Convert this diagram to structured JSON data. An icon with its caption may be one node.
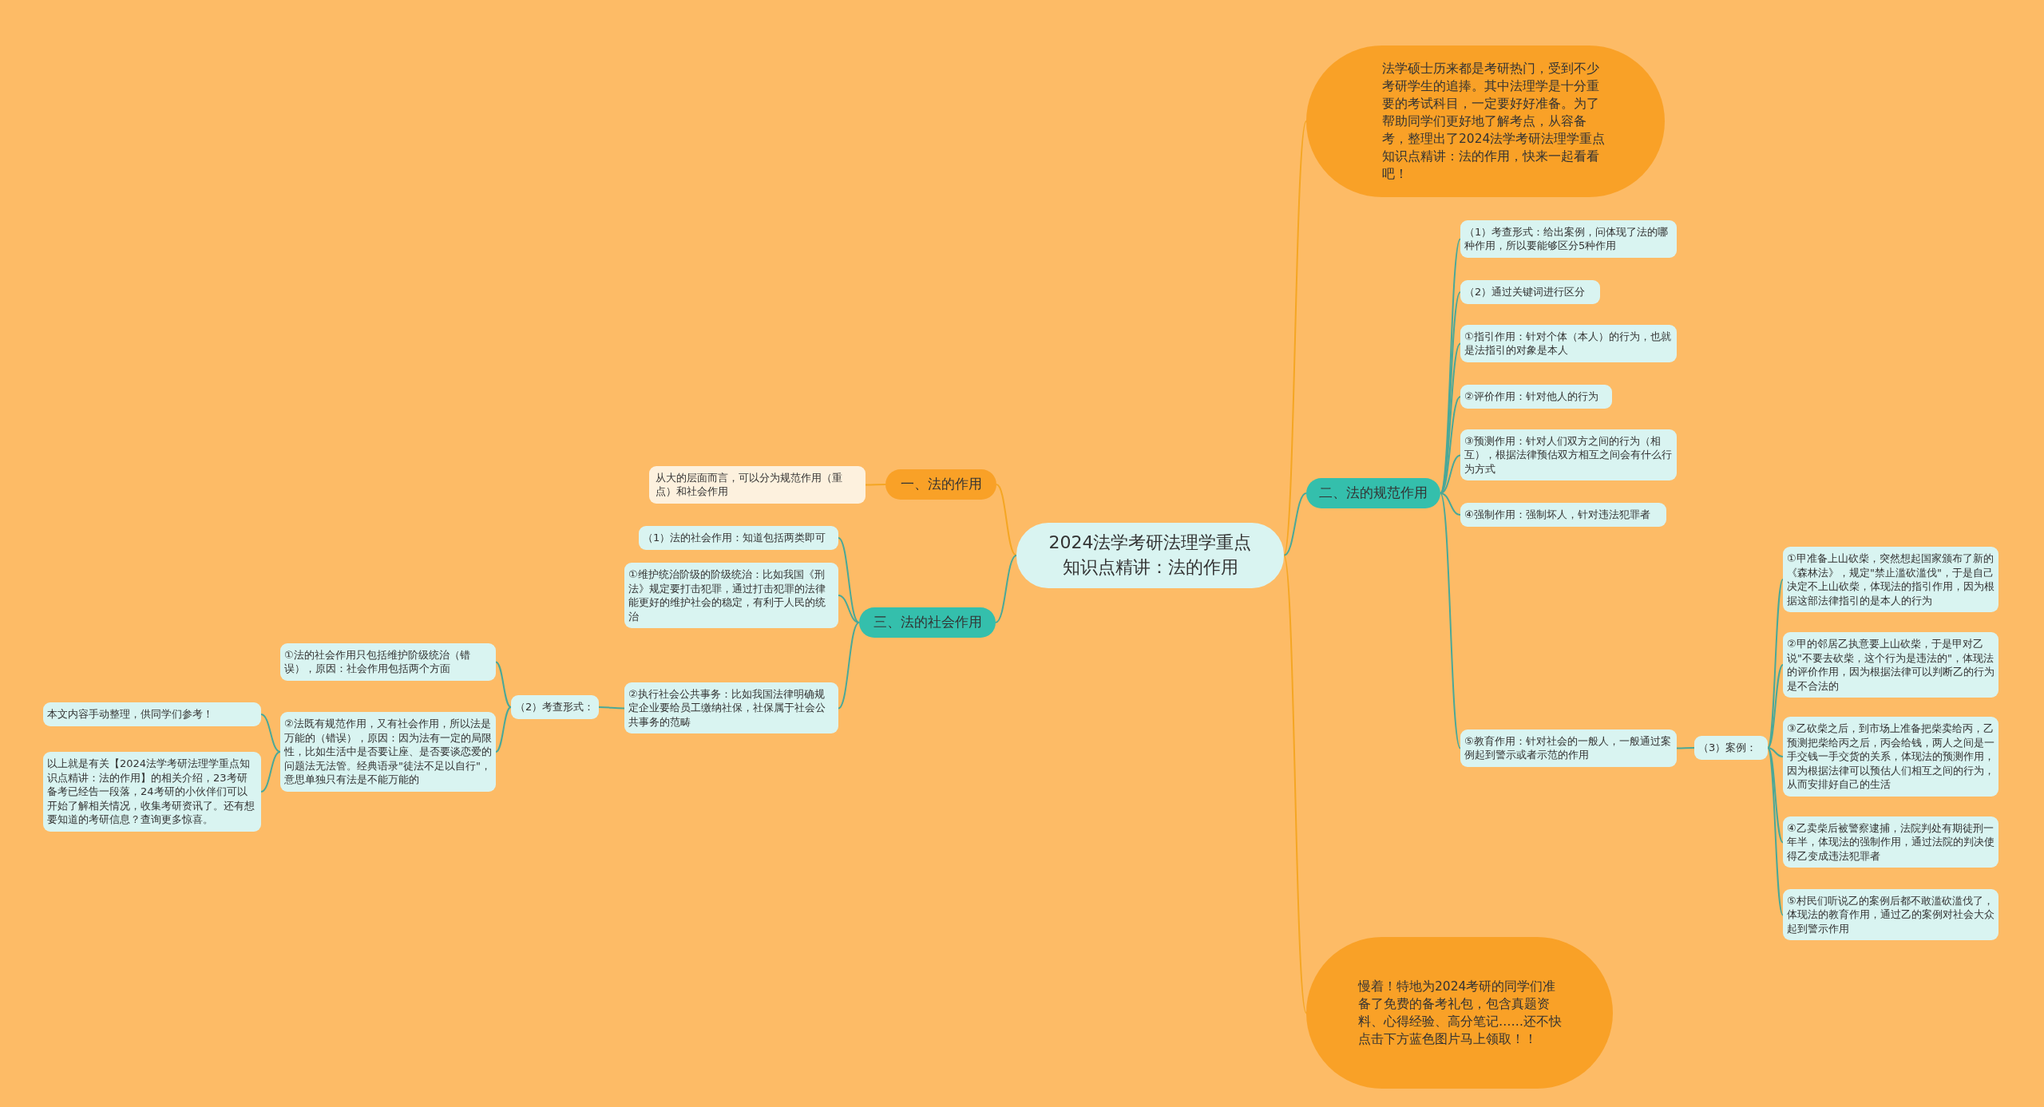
{
  "diagram": {
    "nodes": [
      {
        "text": [
          "2024法学考研法理学重点知识点精讲：法的作用"
        ]
      },
      {
        "text": [
          "法学硕士历来都是考研热门，受到不少考研学生的追捧。其中法理学是十分重要的考试科目，一定要好好准备。为了帮助同学们更好地了解考点，从容备考，整理出了2024法学考研法理学重点知识点精讲：法的作用，快来一起看看吧！"
        ]
      },
      {
        "text": [
          "二、法的规范作用"
        ]
      },
      {
        "text": [
          "（1）考查形式：给出案例，问体现了法的哪种作用，所以要能够区分5种作用"
        ]
      },
      {
        "text": [
          "（2）通过关键词进行区分"
        ]
      },
      {
        "text": [
          "①指引作用：针对个体（本人）的行为，也就是法指引的对象是本人"
        ]
      },
      {
        "text": [
          "②评价作用：针对他人的行为"
        ]
      },
      {
        "text": [
          "③预测作用：针对人们双方之间的行为（相互），根据法律预估双方相互之间会有什么行为方式"
        ]
      },
      {
        "text": [
          "④强制作用：强制坏人，针对违法犯罪者"
        ]
      },
      {
        "text": [
          "⑤教育作用：针对社会的一般人，一般通过案例起到警示或者示范的作用"
        ]
      },
      {
        "text": [
          "（3）案例："
        ]
      },
      {
        "text": [
          "①甲准备上山砍柴，突然想起国家颁布了新的《森林法》，规定\"禁止滥砍滥伐\"，于是自己决定不上山砍柴，体现法的指引作用，因为根据这部法律指引的是本人的行为"
        ]
      },
      {
        "text": [
          "②甲的邻居乙执意要上山砍柴，于是甲对乙说\"不要去砍柴，这个行为是违法的\"，体现法的评价作用，因为根据法律可以判断乙的行为是不合法的"
        ]
      },
      {
        "text": [
          "③乙砍柴之后，到市场上准备把柴卖给丙，乙预测把柴给丙之后，丙会给钱，两人之间是一手交钱一手交货的关系，体现法的预测作用，因为根据法律可以预估人们相互之间的行为，从而安排好自己的生活"
        ]
      },
      {
        "text": [
          "④乙卖柴后被警察逮捕，法院判处有期徒刑一年半，体现法的强制作用，通过法院的判决使得乙变成违法犯罪者"
        ]
      },
      {
        "text": [
          "⑤村民们听说乙的案例后都不敢滥砍滥伐了，体现法的教育作用，通过乙的案例对社会大众起到警示作用"
        ]
      },
      {
        "text": [
          "慢着！特地为2024考研的同学们准备了免费的备考礼包，包含真题资料、心得经验、高分笔记……还不快点击下方蓝色图片马上领取！！"
        ]
      },
      {
        "text": [
          "一、法的作用"
        ]
      },
      {
        "text": [
          "从大的层面而言，可以分为规范作用（重点）和社会作用"
        ]
      },
      {
        "text": [
          "三、法的社会作用"
        ]
      },
      {
        "text": [
          "（1）法的社会作用：知道包括两类即可"
        ]
      },
      {
        "text": [
          "①维护统治阶级的阶级统治：比如我国《刑法》规定要打击犯罪，通过打击犯罪的法律能更好的维护社会的稳定，有利于人民的统治"
        ]
      },
      {
        "text": [
          "②执行社会公共事务：比如我国法律明确规定企业要给员工缴纳社保，社保属于社会公共事务的范畴"
        ]
      },
      {
        "text": [
          "（2）考查形式："
        ]
      },
      {
        "text": [
          "①法的社会作用只包括维护阶级统治（错误），原因：社会作用包括两个方面"
        ]
      },
      {
        "text": [
          "②法既有规范作用，又有社会作用，所以法是万能的（错误），原因：因为法有一定的局限性，比如生活中是否要让座、是否要谈恋爱的问题法无法管。经典语录\"徒法不足以自行\"，意思单独只有法是不能万能的"
        ]
      },
      {
        "text": [
          "本文内容手动整理，供同学们参考！"
        ]
      },
      {
        "text": [
          "以上就是有关【2024法学考研法理学重点知识点精讲：法的作用】的相关介绍，23考研备考已经告一段落，24考研的小伙伴们可以开始了解相关情况，收集考研资讯了。还有想要知道的考研信息？查询更多惊喜。"
        ]
      }
    ],
    "edges": [
      {
        "from": 0,
        "to": 1,
        "arrow": "none",
        "color": "#f5a623"
      },
      {
        "from": 0,
        "to": 2,
        "arrow": "none"
      },
      {
        "from": 0,
        "to": 16,
        "arrow": "none",
        "color": "#f5a623"
      },
      {
        "from": 0,
        "to": 17,
        "arrow": "none",
        "color": "#f5a623"
      },
      {
        "from": 0,
        "to": 19,
        "arrow": "none"
      },
      {
        "from": 2,
        "to": 3,
        "arrow": "none"
      },
      {
        "from": 2,
        "to": 4,
        "arrow": "none"
      },
      {
        "from": 2,
        "to": 5,
        "arrow": "none"
      },
      {
        "from": 2,
        "to": 6,
        "arrow": "none"
      },
      {
        "from": 2,
        "to": 7,
        "arrow": "none"
      },
      {
        "from": 2,
        "to": 8,
        "arrow": "none"
      },
      {
        "from": 2,
        "to": 9,
        "arrow": "none"
      },
      {
        "from": 9,
        "to": 10,
        "arrow": "none"
      },
      {
        "from": 10,
        "to": 11,
        "arrow": "none"
      },
      {
        "from": 10,
        "to": 12,
        "arrow": "none"
      },
      {
        "from": 10,
        "to": 13,
        "arrow": "none"
      },
      {
        "from": 10,
        "to": 14,
        "arrow": "none"
      },
      {
        "from": 10,
        "to": 15,
        "arrow": "none"
      },
      {
        "from": 17,
        "to": 18,
        "arrow": "none",
        "color": "#f5a623"
      },
      {
        "from": 19,
        "to": 20,
        "arrow": "none"
      },
      {
        "from": 19,
        "to": 21,
        "arrow": "none"
      },
      {
        "from": 19,
        "to": 22,
        "arrow": "none"
      },
      {
        "from": 22,
        "to": 23,
        "arrow": "none"
      },
      {
        "from": 23,
        "to": 24,
        "arrow": "none"
      },
      {
        "from": 23,
        "to": 25,
        "arrow": "none"
      },
      {
        "from": 25,
        "to": 26,
        "arrow": "none"
      },
      {
        "from": 25,
        "to": 27,
        "arrow": "none"
      }
    ]
  }
}
